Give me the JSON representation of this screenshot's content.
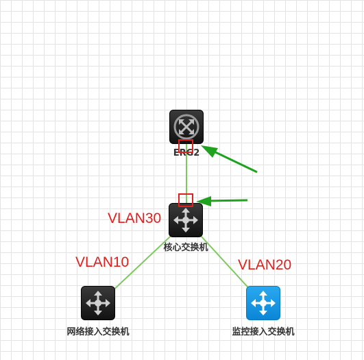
{
  "nodes": {
    "router": {
      "label": "ERG2",
      "icon": "router-icon"
    },
    "core": {
      "label": "核心交换机",
      "icon": "switch-icon"
    },
    "access_net": {
      "label": "网络接入交换机",
      "icon": "switch-icon"
    },
    "access_mon": {
      "label": "监控接入交换机",
      "icon": "switch-icon"
    }
  },
  "vlans": {
    "core": "VLAN30",
    "left": "VLAN10",
    "right": "VLAN20"
  },
  "colors": {
    "link": "#7dc95e",
    "arrow": "#1fa31f",
    "vlan_text": "#e0201c",
    "highlight": "#e0201c",
    "device_dark": "#1e1e1e",
    "device_blue": "#139aea"
  }
}
